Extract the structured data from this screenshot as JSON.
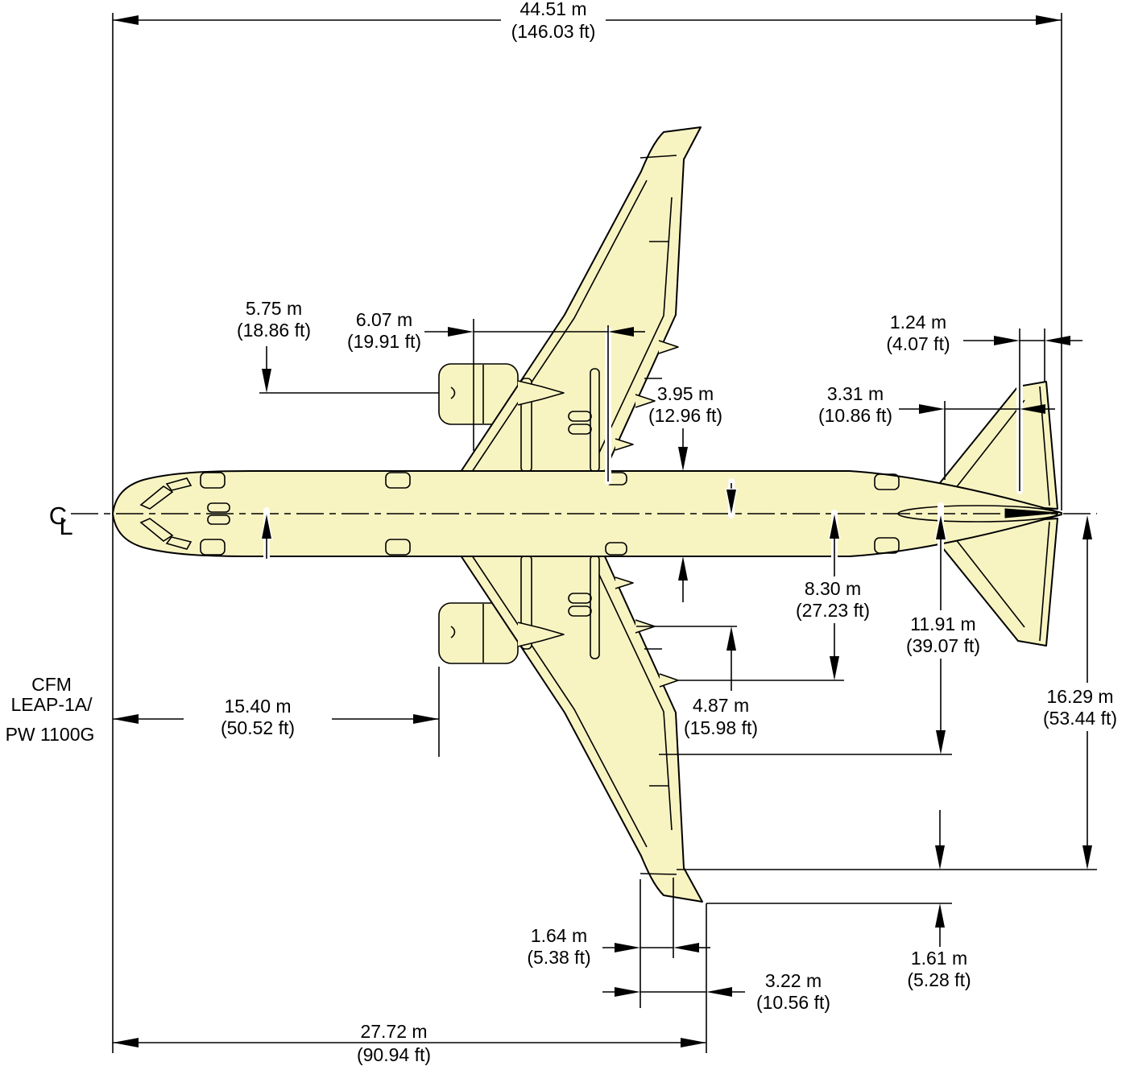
{
  "colors": {
    "aircraft_fill": "#f8f4c2",
    "line": "#000000",
    "background": "#ffffff"
  },
  "dims": {
    "overall_length": {
      "m": "44.51 m",
      "ft": "(146.03 ft)"
    },
    "centerline_to_engine": {
      "m": "5.75 m",
      "ft": "(18.86 ft)"
    },
    "wing_root_chord": {
      "m": "6.07 m",
      "ft": "(19.91 ft)"
    },
    "stab_tip_chord": {
      "m": "1.24 m",
      "ft": "(4.07 ft)"
    },
    "stab_span_segment": {
      "m": "3.31 m",
      "ft": "(10.86 ft)"
    },
    "fuselage_width": {
      "m": "3.95 m",
      "ft": "(12.96 ft)"
    },
    "centerline_to_flap_inner": {
      "m": "4.87 m",
      "ft": "(15.98 ft)"
    },
    "centerline_to_flap_outer": {
      "m": "8.30 m",
      "ft": "(27.23 ft)"
    },
    "centerline_to_taillevel": {
      "m": "11.91 m",
      "ft": "(39.07 ft)"
    },
    "semispan": {
      "m": "16.29 m",
      "ft": "(53.44 ft)"
    },
    "nose_to_engine": {
      "m": "15.40 m",
      "ft": "(50.52 ft)"
    },
    "wingtip_chord_inner": {
      "m": "1.64 m",
      "ft": "(5.38 ft)"
    },
    "wingtip_chord_outer": {
      "m": "3.22 m",
      "ft": "(10.56 ft)"
    },
    "wingtip_height": {
      "m": "1.61 m",
      "ft": "(5.28 ft)"
    },
    "nose_to_wingtip": {
      "m": "27.72 m",
      "ft": "(90.94 ft)"
    }
  },
  "engine_label": {
    "line1": "CFM",
    "line2": "LEAP-1A/",
    "line3": "PW 1100G"
  },
  "centerline_symbol": {
    "c": "C",
    "l": "L"
  }
}
